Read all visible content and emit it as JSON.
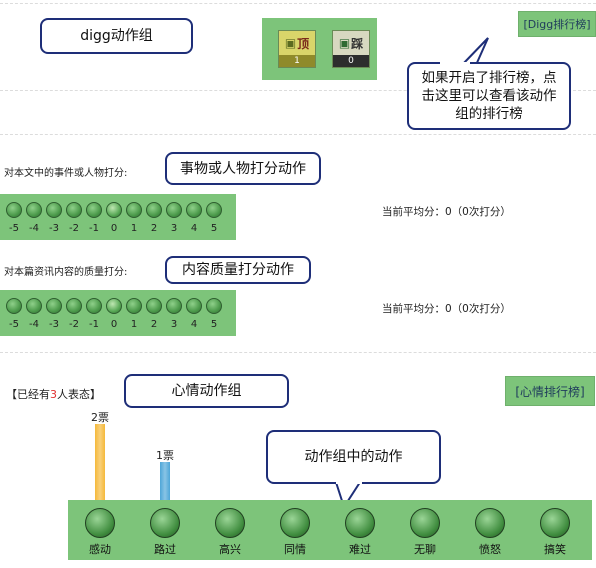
{
  "callouts": {
    "digg_group": "digg动作组",
    "digg_rank_tip": "如果开启了排行榜，点击这里可以查看该动作组的排行榜",
    "event_score": "事物或人物打分动作",
    "content_score": "内容质量打分动作",
    "mood_group": "心情动作组",
    "mood_action": "动作组中的动作"
  },
  "digg": {
    "up_label": "顶",
    "up_count": "1",
    "down_label": "踩",
    "down_count": "0",
    "rank_button": "[Digg排行榜]"
  },
  "score_sections": [
    {
      "prompt": "对本文中的事件或人物打分:",
      "scale": [
        "-5",
        "-4",
        "-3",
        "-2",
        "-1",
        "0",
        "1",
        "2",
        "3",
        "4",
        "5"
      ],
      "average": "当前平均分：0（0次打分）"
    },
    {
      "prompt": "对本篇资讯内容的质量打分:",
      "scale": [
        "-5",
        "-4",
        "-3",
        "-2",
        "-1",
        "0",
        "1",
        "2",
        "3",
        "4",
        "5"
      ],
      "average": "当前平均分：0（0次打分）"
    }
  ],
  "mood": {
    "summary_prefix": "【已经有",
    "summary_count": "3",
    "summary_suffix": "人表态】",
    "rank_button": "[心情排行榜]",
    "moods": [
      {
        "label": "感动",
        "votes": 2,
        "vote_text": "2票",
        "color": "#f5b93a"
      },
      {
        "label": "路过",
        "votes": 1,
        "vote_text": "1票",
        "color": "#4ea6d8"
      },
      {
        "label": "高兴",
        "votes": 0
      },
      {
        "label": "同情",
        "votes": 0
      },
      {
        "label": "难过",
        "votes": 0
      },
      {
        "label": "无聊",
        "votes": 0
      },
      {
        "label": "愤怒",
        "votes": 0
      },
      {
        "label": "搞笑",
        "votes": 0
      }
    ]
  },
  "colors": {
    "panel_green": "#7dc47a",
    "callout_border": "#1e2e78",
    "count_highlight": "#e03030"
  }
}
